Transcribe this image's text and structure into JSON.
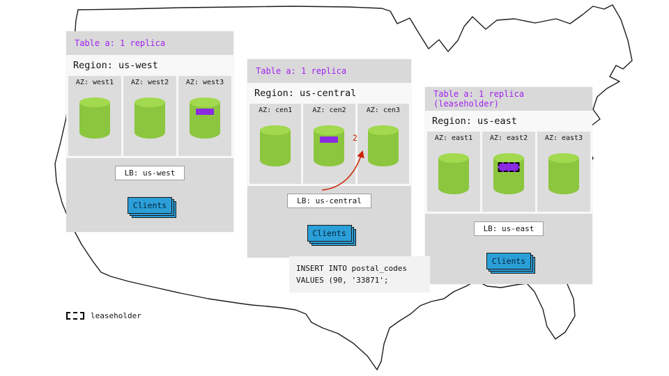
{
  "colors": {
    "panel_bg": "#d9d9d9",
    "region_band": "#f8f8f8",
    "az_cell": "#dcdcdc",
    "cylinder_green": "#8cc63e",
    "cylinder_top": "#a2d94e",
    "replica_purple": "#8a2be2",
    "accent_purple": "#a020f0",
    "clients_blue": "#2b9fd8",
    "arrow_red": "#cc2200",
    "map_stroke": "#1b1b1b"
  },
  "regions": [
    {
      "table_label": "Table a: 1 replica",
      "region_label": "Region: us-west",
      "azs": [
        {
          "label": "AZ: west1",
          "replica": false,
          "leaseholder": false
        },
        {
          "label": "AZ: west2",
          "replica": false,
          "leaseholder": false
        },
        {
          "label": "AZ: west3",
          "replica": true,
          "leaseholder": false
        }
      ],
      "lb_label": "LB: us-west",
      "clients_label": "Clients"
    },
    {
      "table_label": "Table a: 1 replica",
      "region_label": "Region: us-central",
      "azs": [
        {
          "label": "AZ: cen1",
          "replica": false,
          "leaseholder": false
        },
        {
          "label": "AZ: cen2",
          "replica": true,
          "leaseholder": false
        },
        {
          "label": "AZ: cen3",
          "replica": false,
          "leaseholder": false
        }
      ],
      "lb_label": "LB: us-central",
      "clients_label": "Clients"
    },
    {
      "table_label": "Table a: 1 replica (leaseholder)",
      "region_label": "Region: us-east",
      "azs": [
        {
          "label": "AZ: east1",
          "replica": false,
          "leaseholder": false
        },
        {
          "label": "AZ: east2",
          "replica": true,
          "leaseholder": true
        },
        {
          "label": "AZ: east3",
          "replica": false,
          "leaseholder": false
        }
      ],
      "lb_label": "LB: us-east",
      "clients_label": "Clients"
    }
  ],
  "annotation": {
    "step_number": "2"
  },
  "sql_note": {
    "line1": "INSERT INTO postal_codes",
    "line2": "VALUES (90, '33871';"
  },
  "legend": {
    "label": "leaseholder"
  }
}
